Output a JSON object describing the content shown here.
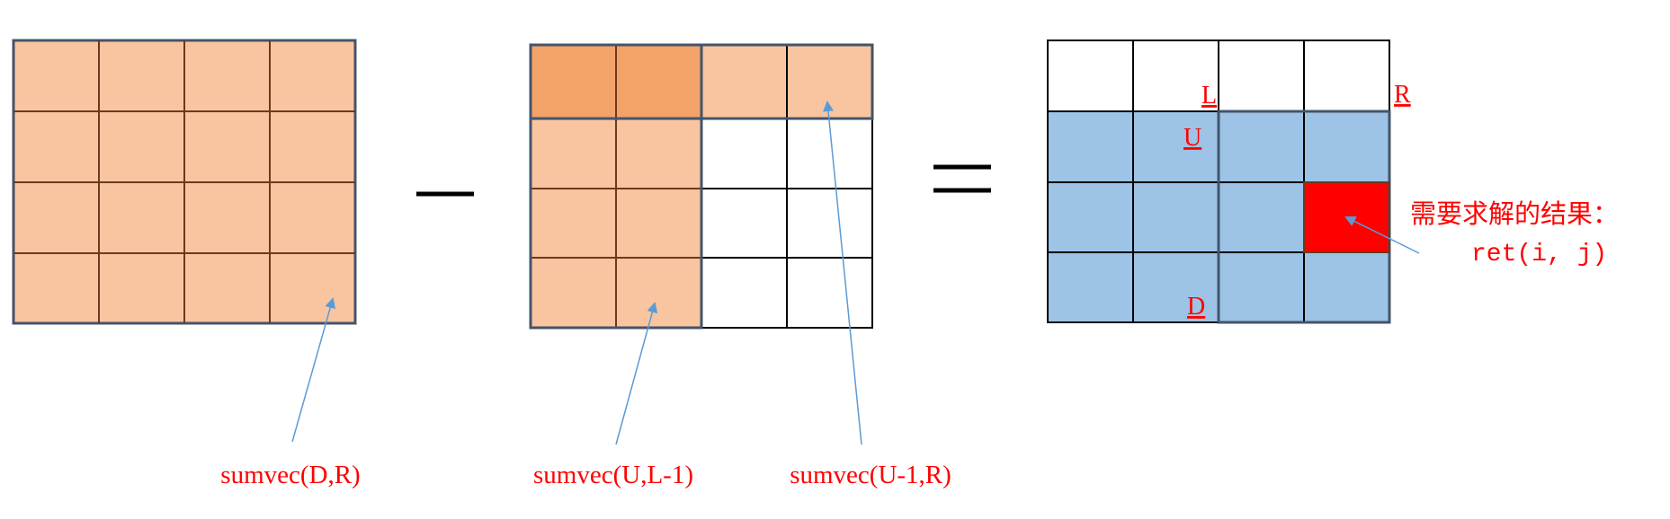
{
  "colors": {
    "orange_fill": "#F8C5A0",
    "dark_orange_fill": "#F3A26A",
    "grid_line_brown": "#6B3A1E",
    "grid_line_black": "#000000",
    "border_blue": "#44546A",
    "blue_fill": "#9DC3E6",
    "red_fill": "#FF0000",
    "arrow": "#5B9BD5",
    "label_red": "#FF0000"
  },
  "operators": {
    "minus": "—",
    "equals": "="
  },
  "labels": {
    "left_sum": "sumvec(D,R)",
    "mid_sum_lower": "sumvec(U,L-1)",
    "mid_sum_upper": "sumvec(U-1,R)",
    "corner_L": "L",
    "corner_R": "R",
    "corner_U": "U",
    "corner_D": "D",
    "result_title": "需要求解的结果：",
    "result_formula": "ret(i, j)"
  }
}
